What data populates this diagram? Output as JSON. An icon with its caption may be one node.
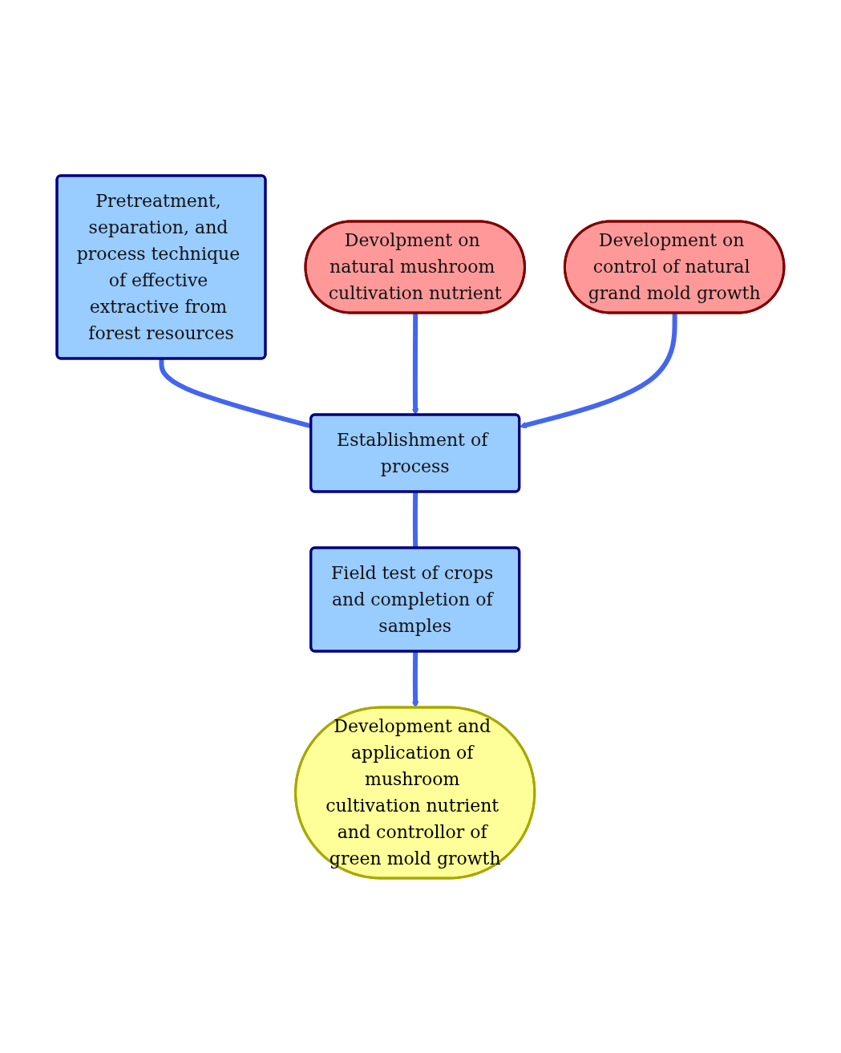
{
  "diagram": {
    "nodes": [
      {
        "text": [
          "Pretreatment, separation, and process technique of effective extractive from forest resources"
        ]
      },
      {
        "text": [
          "Devolpment on natural mushroom cultivation nutrient"
        ]
      },
      {
        "text": [
          "Establishment of process"
        ]
      },
      {
        "text": [
          "Development on control of natural grand mold growth"
        ]
      },
      {
        "text": [
          "Field test of crops and completion of samples"
        ]
      },
      {
        "text": [
          "Development and application of mushroom cultivation nutrient and controllor of green mold growth"
        ]
      }
    ],
    "edges": [
      {
        "from": 0,
        "to": 2,
        "arrow": "none"
      },
      {
        "from": 1,
        "to": 2,
        "arrow": "to"
      },
      {
        "from": 3,
        "to": 2,
        "arrow": "to"
      },
      {
        "from": 2,
        "to": 4,
        "arrow": "none"
      },
      {
        "from": 4,
        "to": 5,
        "arrow": "to"
      }
    ]
  }
}
